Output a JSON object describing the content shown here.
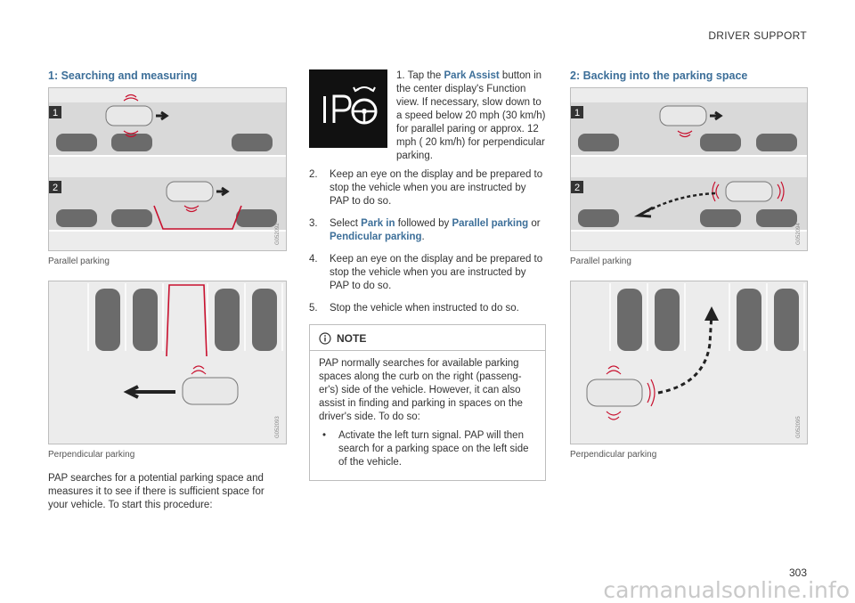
{
  "header": {
    "section": "DRIVER SUPPORT"
  },
  "page_number": "303",
  "watermark": "carmanualsonline.info",
  "col1": {
    "heading": "1: Searching and measuring",
    "fig1_caption": "Parallel parking",
    "fig1_code": "G052092",
    "fig1_markers": [
      "1",
      "2"
    ],
    "fig2_caption": "Perpendicular parking",
    "fig2_code": "G052093",
    "intro": "PAP searches for a potential parking space and measures it to see if there is sufficient space for your vehicle. To start this procedure:"
  },
  "col2": {
    "step1_pre": "1. Tap the ",
    "step1_button": "Park Assist",
    "step1_post": " button in the center display's Function view. If necessary, slow down to a speed below 20 mph (30 km/h) for parallel paring or approx. 12 mph ( 20 km/h) for perpendicular parking.",
    "steps": [
      {
        "num": "2.",
        "text": "Keep an eye on the display and be prepared to stop the vehicle when you are instructed by PAP to do so."
      },
      {
        "num": "3.",
        "pre": "Select ",
        "a": "Park in",
        "mid": " followed by ",
        "b": "Parallel parking",
        "or": " or ",
        "c": "Pendicular parking",
        "end": "."
      },
      {
        "num": "4.",
        "text": "Keep an eye on the display and be prepared to stop the vehicle when you are instructed by PAP to do so."
      },
      {
        "num": "5.",
        "text": "Stop the vehicle when instructed to do so."
      }
    ],
    "note_title": "NOTE",
    "note_text": "PAP normally searches for available parking spaces along the curb on the right (passeng-er's) side of the vehicle. However, it can also assist in finding and parking in spaces on the driver's side. To do so:",
    "note_bullet_symbol": "•",
    "note_bullet": "Activate the left turn signal. PAP will then search for a parking space on the left side of the vehicle."
  },
  "col3": {
    "heading": "2: Backing into the parking space",
    "fig1_caption": "Parallel parking",
    "fig1_code": "G052094",
    "fig1_markers": [
      "1",
      "2"
    ],
    "fig2_caption": "Perpendicular parking",
    "fig2_code": "G052095"
  }
}
